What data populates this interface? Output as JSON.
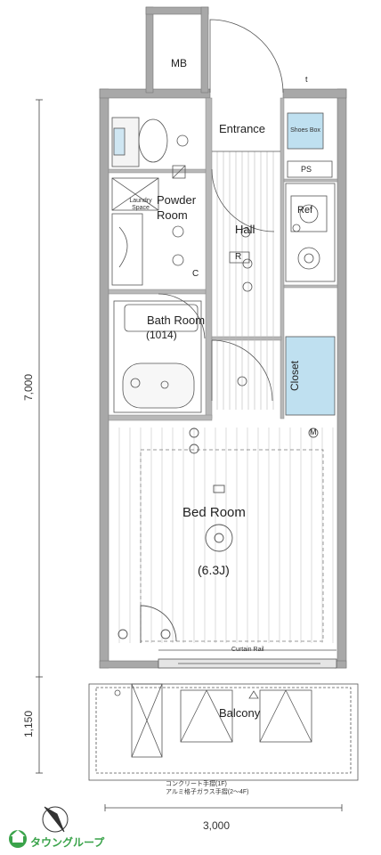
{
  "rooms": {
    "mb": "MB",
    "entrance": "Entrance",
    "shoe_box": "Shoes Box",
    "ps": "PS",
    "powder_room": "Powder Room",
    "laundry_space": "Laundry Space",
    "hall": "Hall",
    "ref": "Ref",
    "bath_room": "Bath Room",
    "bath_size": "(1014)",
    "closet": "Closet",
    "bed_room": "Bed Room",
    "bed_size": "(6.3J)",
    "balcony": "Balcony",
    "curtain_rail": "Curtain Rail",
    "c_mark": "C",
    "r_mark": "R",
    "t_mark": "t",
    "m_mark": "M"
  },
  "dimensions": {
    "vertical_main": "7,000",
    "vertical_balcony": "1,150",
    "horizontal": "3,000"
  },
  "notes": {
    "rail_1": "コンクリート手摺(1F)",
    "rail_2": "アルミ格子ガラス手摺(2〜4F)"
  },
  "logo": {
    "name": "タウングループ"
  },
  "colors": {
    "wall": "#a8a8a8",
    "storage": "#bfe0f0",
    "line": "#555555"
  }
}
